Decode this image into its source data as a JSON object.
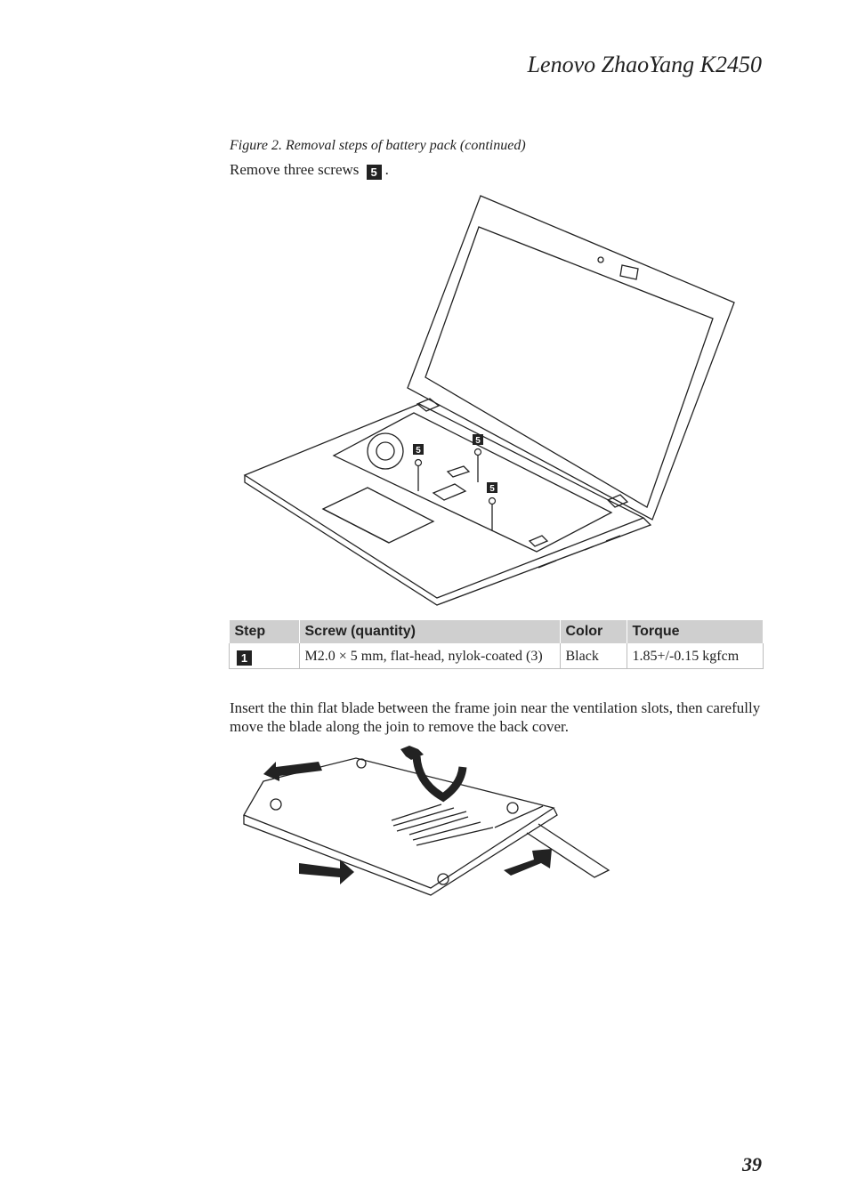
{
  "header": {
    "title": "Lenovo ZhaoYang K2450"
  },
  "figure": {
    "caption": "Figure 2. Removal steps of battery pack (continued)",
    "instruction_prefix": "Remove three screws",
    "instruction_step": "5",
    "instruction_suffix": ".",
    "callouts": [
      "5",
      "5",
      "5"
    ]
  },
  "table": {
    "headers": [
      "Step",
      "Screw (quantity)",
      "Color",
      "Torque"
    ],
    "rows": [
      {
        "step": "1",
        "screw": "M2.0 × 5 mm, flat-head, nylok-coated (3)",
        "color": "Black",
        "torque": "1.85+/-0.15 kgfcm"
      }
    ]
  },
  "paragraph": "Insert the thin flat blade between the frame join near the ventilation slots, then carefully move the blade along the join to remove the back cover.",
  "page_number": "39"
}
